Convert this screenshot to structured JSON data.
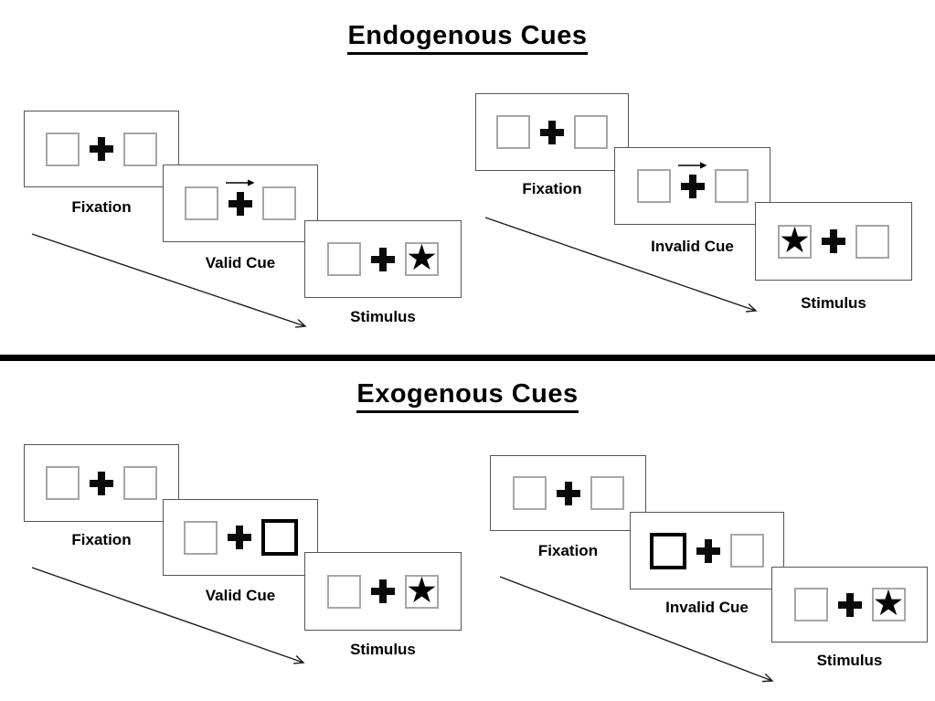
{
  "glyphs": {
    "star": "★"
  },
  "colors": {
    "ink": "#000000",
    "panel_border": "#555555",
    "box_border": "#a6a6a6",
    "divider": "#000000"
  },
  "sections": [
    {
      "title": "Endogenous Cues",
      "groups": [
        {
          "condition": "valid",
          "cue_type": "central-arrow-right",
          "star_side": "right",
          "panels": [
            {
              "label": "Fixation"
            },
            {
              "label": "Valid Cue"
            },
            {
              "label": "Stimulus"
            }
          ]
        },
        {
          "condition": "invalid",
          "cue_type": "central-arrow-right",
          "star_side": "left",
          "panels": [
            {
              "label": "Fixation"
            },
            {
              "label": "Invalid Cue"
            },
            {
              "label": "Stimulus"
            }
          ]
        }
      ]
    },
    {
      "title": "Exogenous Cues",
      "groups": [
        {
          "condition": "valid",
          "cue_type": "thick-box-right",
          "star_side": "right",
          "panels": [
            {
              "label": "Fixation"
            },
            {
              "label": "Valid Cue"
            },
            {
              "label": "Stimulus"
            }
          ]
        },
        {
          "condition": "invalid",
          "cue_type": "thick-box-left",
          "star_side": "right",
          "panels": [
            {
              "label": "Fixation"
            },
            {
              "label": "Invalid Cue"
            },
            {
              "label": "Stimulus"
            }
          ]
        }
      ]
    }
  ]
}
